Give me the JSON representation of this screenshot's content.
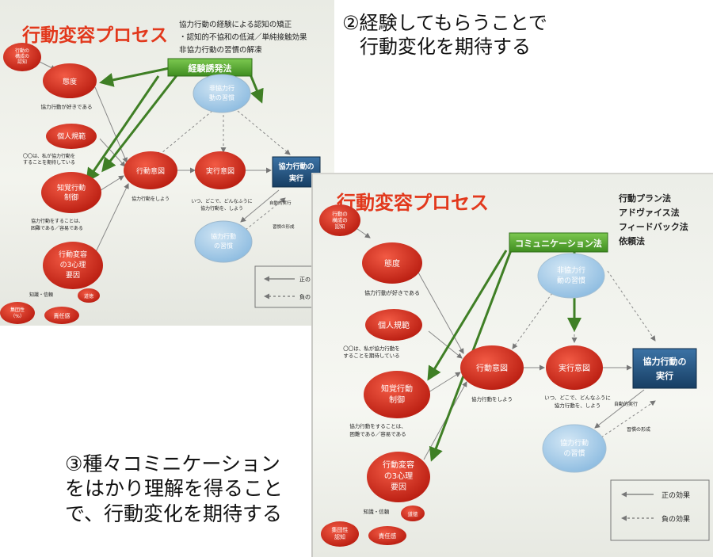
{
  "captions": {
    "step2": [
      "②経験してもらうことで",
      "行動変化を期待する"
    ],
    "step3": [
      "③種々コミニケーション",
      "をはかり理解を得ること",
      "で、行動変化を期待する"
    ]
  },
  "slide1": {
    "title": "行動変容プロセス",
    "notes": [
      "協力行動の経験による認知の矯正",
      "・認知的不協和の低減／単純接触効果",
      "非協力行動の習慣の解凍"
    ],
    "method": "経験誘発法",
    "nodes": {
      "motive_top": [
        "行動の",
        "構成の",
        "認知"
      ],
      "attitude": "態度",
      "attitude_sub": "協力行動が好きである",
      "norm": "個人規範",
      "norm_sub": [
        "〇〇は、私が協力行動を",
        "することを期待している"
      ],
      "pbc": [
        "知覚行動",
        "制御"
      ],
      "pbc_sub": [
        "協力行動をすることは、",
        "困難である／容易である"
      ],
      "psych": [
        "行動変容",
        "の3心理",
        "要因"
      ],
      "psych_sub": "知識・信頼",
      "intent": "行動意図",
      "intent_sub": "協力行動をしよう",
      "impl": "実行意図",
      "impl_sub": [
        "いつ、どこで、どんなふうに",
        "協力行動を、しよう"
      ],
      "habit_non": [
        "非協力行",
        "動の習慣"
      ],
      "execute": [
        "協力行動の",
        "実行"
      ],
      "habit_coop": [
        "協力行動",
        "の習慣"
      ],
      "auto": "自動的実行",
      "habit_form": "習慣の形成",
      "bottom1": [
        "集団性",
        "（%）"
      ],
      "bottom2": "責任感",
      "bottom3": "道徳"
    },
    "legend": [
      "正の",
      "負の"
    ]
  },
  "slide2": {
    "title": "行動変容プロセス",
    "methods": [
      "行動プラン法",
      "アドヴァイス法",
      "フィードバック法",
      "依頼法"
    ],
    "comm": "コミュニケーション法",
    "nodes": {
      "motive_top": [
        "行動の",
        "構成の",
        "認知"
      ],
      "attitude": "態度",
      "attitude_sub": "協力行動が好きである",
      "norm": "個人規範",
      "norm_sub": [
        "〇〇は、私が協力行動を",
        "することを期待している"
      ],
      "pbc": [
        "知覚行動",
        "制御"
      ],
      "pbc_sub": [
        "協力行動をすることは、",
        "困難である／容易である"
      ],
      "psych": [
        "行動変容",
        "の3心理",
        "要因"
      ],
      "psych_sub": "知識・信頼",
      "intent": "行動意図",
      "intent_sub": "協力行動をしよう",
      "impl": "実行意図",
      "impl_sub": [
        "いつ、どこで、どんなふうに",
        "協力行動を、しよう"
      ],
      "habit_non": [
        "非協力行",
        "動の習慣"
      ],
      "execute": [
        "協力行動の",
        "実行"
      ],
      "habit_coop": [
        "協力行動",
        "の習慣"
      ],
      "auto": "自動的実行",
      "habit_form": "習慣の形成",
      "bottom1": [
        "集団性",
        "認知"
      ],
      "bottom2": "責任感",
      "bottom3": "道徳"
    },
    "legend": [
      "正の効果",
      "負の効果"
    ]
  },
  "colors": {
    "red": "#d42a1c",
    "redDark": "#8f1209",
    "blue": "#9ec7e4",
    "navy": "#1f4d78",
    "green": "#56a630",
    "arrowGreen": "#3f7f25",
    "title": "#e2381c"
  }
}
